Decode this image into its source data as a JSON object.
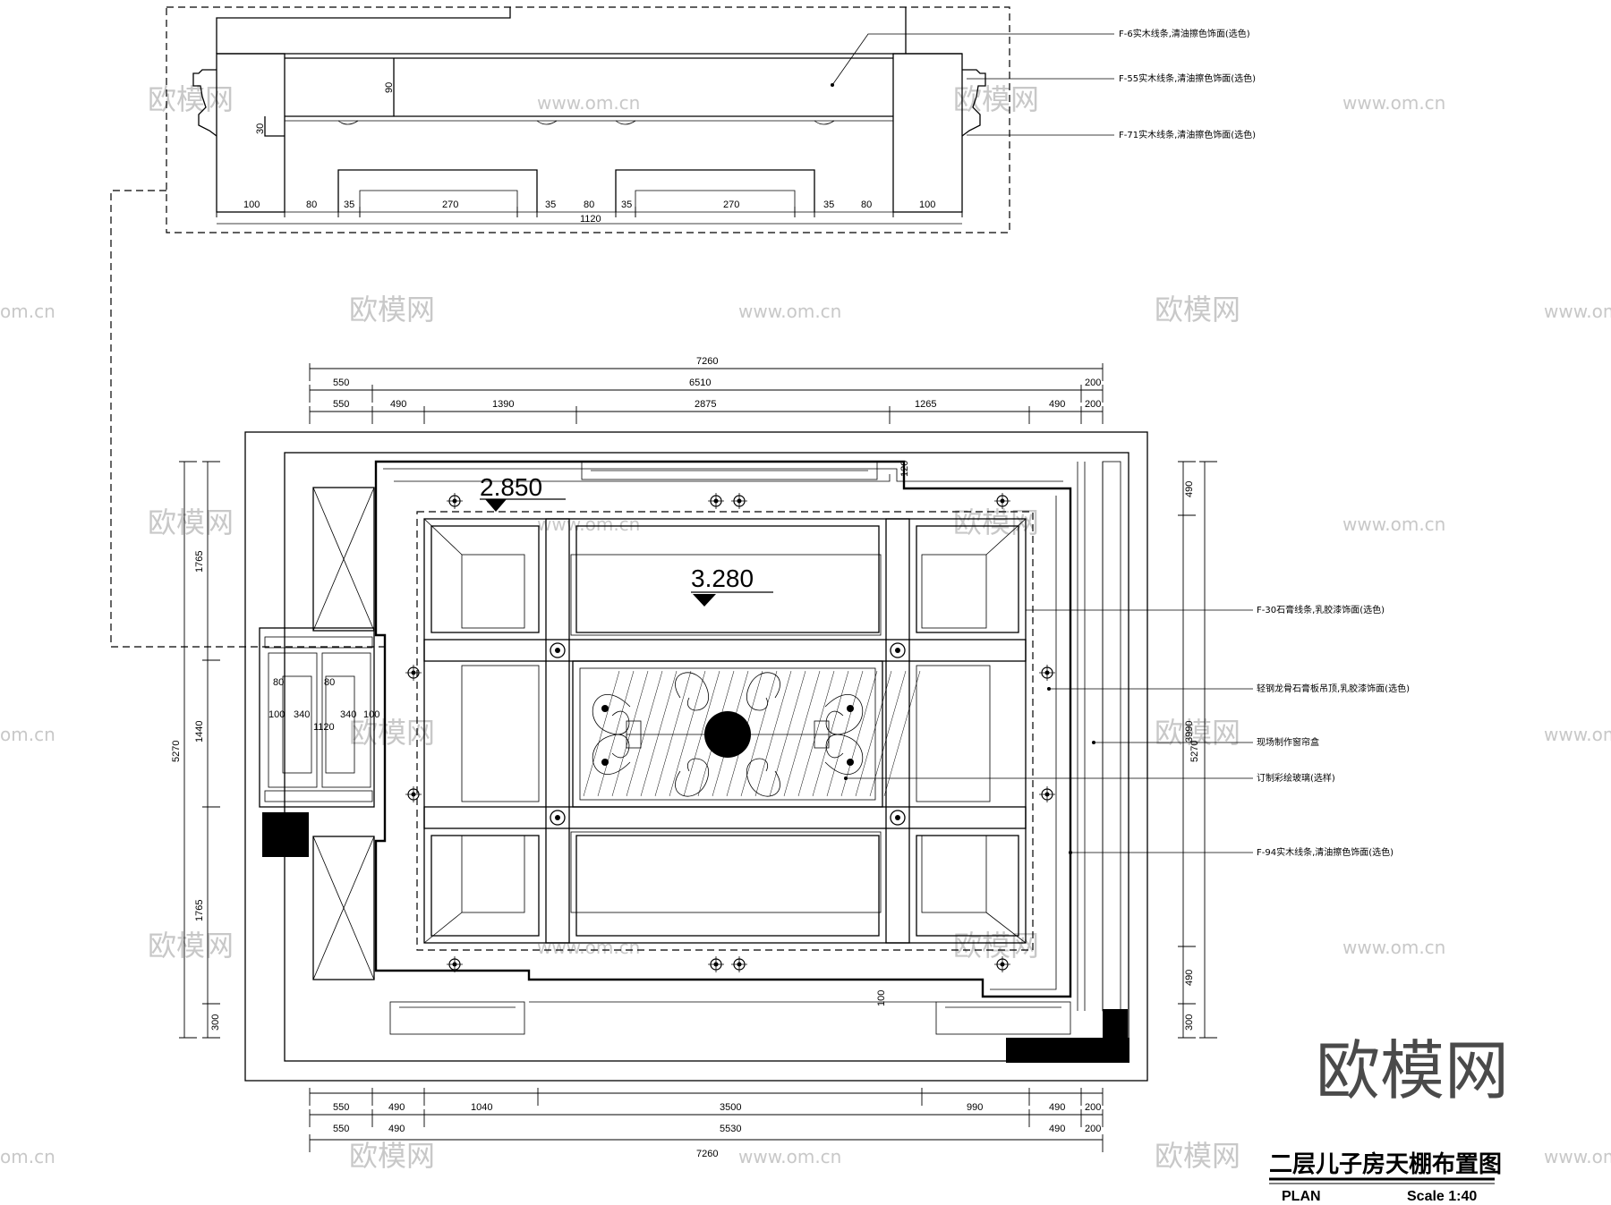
{
  "title": {
    "main": "二层儿子房天棚布置图",
    "plan": "PLAN",
    "scale": "Scale 1:40"
  },
  "watermarks": {
    "brand": "欧模网",
    "url": "www.om.cn",
    "url_partial": "om.cn"
  },
  "elevations": {
    "upper": "2.850",
    "center": "3.280"
  },
  "section_detail": {
    "dims_bottom": [
      "100",
      "80",
      "35",
      "270",
      "35",
      "80",
      "35",
      "270",
      "35",
      "80",
      "100"
    ],
    "dim_total": "1120",
    "dim_height_90": "90",
    "dim_height_30": "30",
    "notes": [
      "F-6实木线条,清油擦色饰面(选色)",
      "F-55实木线条,清油擦色饰面(选色)",
      "F-71实木线条,清油擦色饰面(选色)"
    ]
  },
  "plan_dims": {
    "top_total": "7260",
    "top_row2": [
      "550",
      "6510",
      "200"
    ],
    "top_row3": [
      "550",
      "490",
      "1390",
      "2875",
      "1265",
      "490",
      "200"
    ],
    "bottom_row1": [
      "550",
      "490",
      "1040",
      "3500",
      "990",
      "490",
      "200"
    ],
    "bottom_row2": [
      "550",
      "490",
      "5530",
      "490",
      "200"
    ],
    "bottom_total": "7260",
    "left_total": "5270",
    "left_segments": [
      "1765",
      "1440",
      "1765",
      "300"
    ],
    "right_total": "5270",
    "right_segments": [
      "490",
      "3990",
      "490",
      "300"
    ],
    "wardrobe": [
      "100",
      "340",
      "340",
      "100",
      "1120"
    ],
    "wardrobe_80a": "80",
    "wardrobe_80b": "80",
    "small_100": "100",
    "small_120": "120"
  },
  "plan_notes": [
    "F-30石膏线条,乳胶漆饰面(选色)",
    "轻钢龙骨石膏板吊顶,乳胶漆饰面(选色)",
    "现场制作窗帘盒",
    "订制彩绘玻璃(选样)",
    "F-94实木线条,清油擦色饰面(选色)"
  ]
}
